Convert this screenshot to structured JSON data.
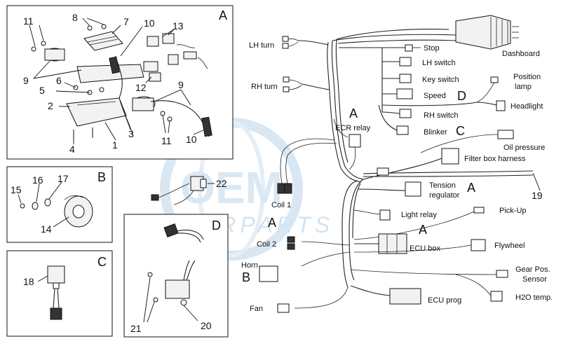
{
  "colors": {
    "line": "#111111",
    "watermark": "#cfe0ef",
    "background": "#ffffff"
  },
  "watermark": {
    "logo_text": "OEM",
    "text": "MOTORPARTS"
  },
  "panels": {
    "A": {
      "letter": "A",
      "callouts": [
        "11",
        "8",
        "7",
        "10",
        "13",
        "9",
        "6",
        "5",
        "12",
        "2",
        "3",
        "4",
        "1",
        "9",
        "11",
        "10"
      ]
    },
    "B": {
      "letter": "B",
      "callouts": [
        "15",
        "16",
        "17",
        "14"
      ]
    },
    "C": {
      "letter": "C",
      "callouts": [
        "18"
      ]
    },
    "D": {
      "letter": "D",
      "callouts": [
        "21",
        "20"
      ]
    }
  },
  "loose_callouts": [
    "22"
  ],
  "harness": {
    "labels": {
      "dashboard": "Dashboard",
      "lh_turn": "LH turn",
      "rh_turn": "RH turn",
      "stop": "Stop",
      "lh_switch": "LH switch",
      "key_switch": "Key switch",
      "speed": "Speed",
      "position_lamp": "Position\nlamp",
      "headlight": "Headlight",
      "rh_switch": "RH switch",
      "blinker": "Blinker",
      "ecr_relay": "ECR relay",
      "oil_pressure": "Oil pressure",
      "filter_box_harness": "Filter box harness",
      "coil_1": "Coil 1",
      "tension_regulator": "Tension\nregulator",
      "light_relay": "Light relay",
      "pick_up": "Pick-Up",
      "coil_2": "Coil 2",
      "ecu_box": "ECU box",
      "flywheel": "Flywheel",
      "horn": "Horn",
      "gear_pos_sensor": "Gear Pos.\nSensor",
      "ecu_prog": "ECU prog",
      "h2o_temp": "H2O temp.",
      "fan": "Fan"
    },
    "letters": {
      "speed_d": "D",
      "blinker_c": "C",
      "ecr_a": "A",
      "tension_a": "A",
      "coil2_a": "A",
      "ecu_box_a": "A",
      "horn_b": "B"
    },
    "callout_19": "19"
  }
}
